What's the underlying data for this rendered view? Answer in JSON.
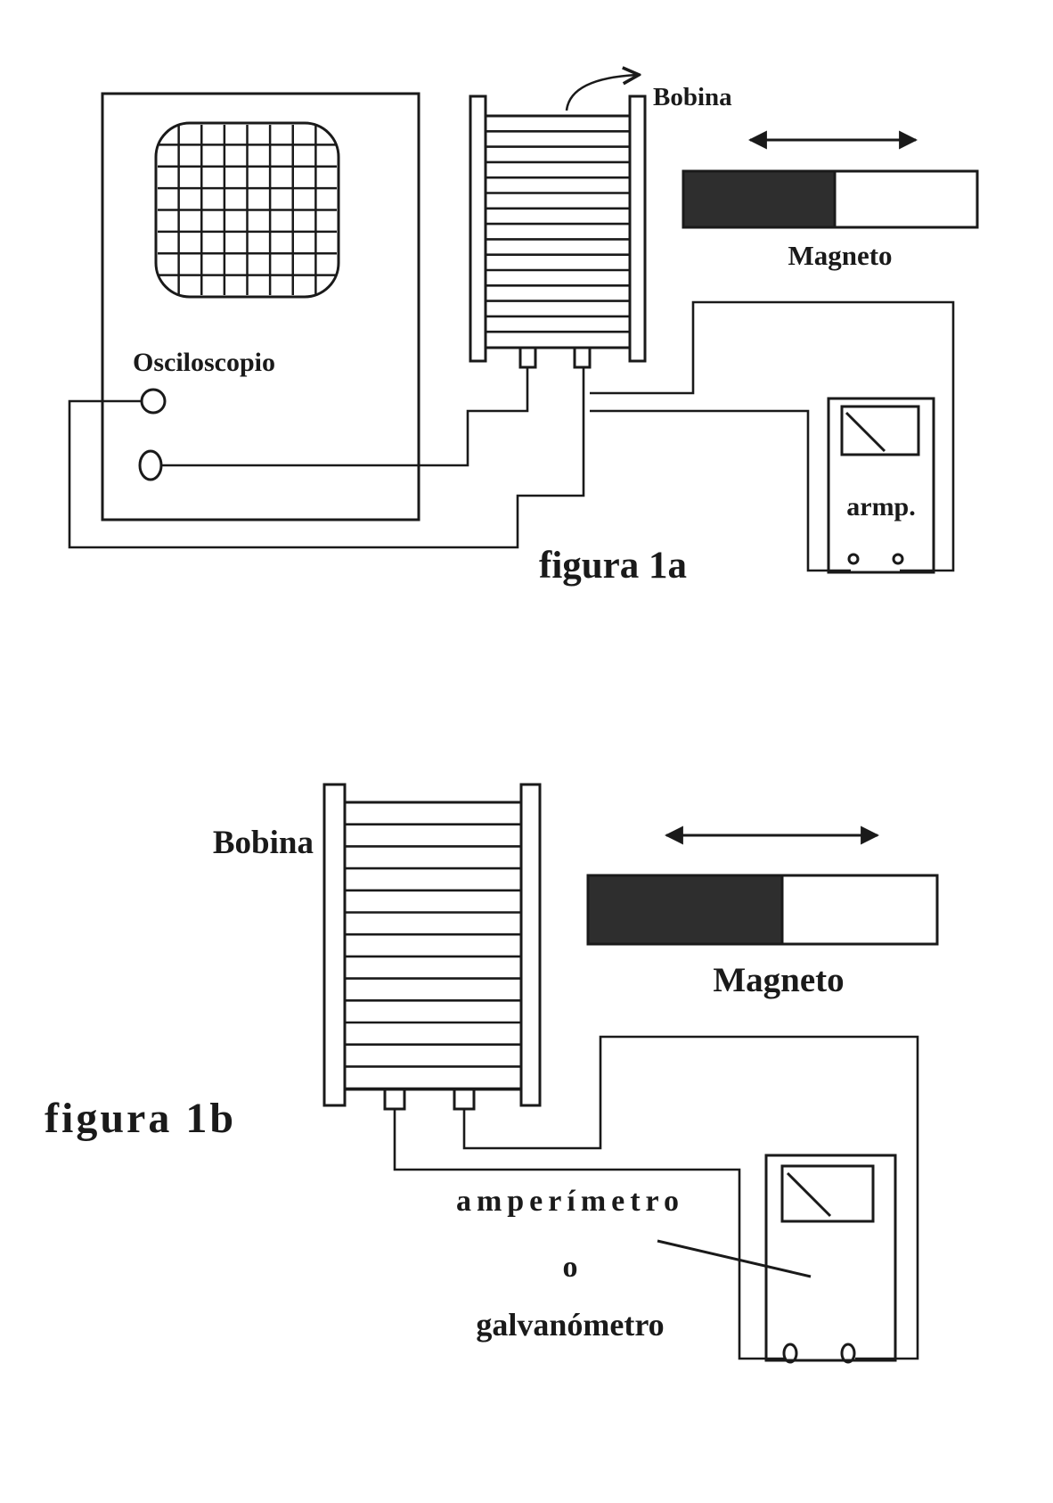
{
  "figure_a": {
    "coil_label": "Bobina",
    "magnet_label": "Magneto",
    "oscilloscope_label": "Osciloscopio",
    "meter_label": "armp.",
    "caption": "figura 1a"
  },
  "figure_b": {
    "coil_label": "Bobina",
    "magnet_label": "Magneto",
    "meter_label_line1": "amperímetro",
    "meter_label_line2": "o",
    "meter_label_line3": "galvanómetro",
    "caption": "figura 1b"
  },
  "colors": {
    "ink": "#1a1a1a",
    "magnet_dark": "#2e2e2e",
    "paper": "#ffffff"
  }
}
